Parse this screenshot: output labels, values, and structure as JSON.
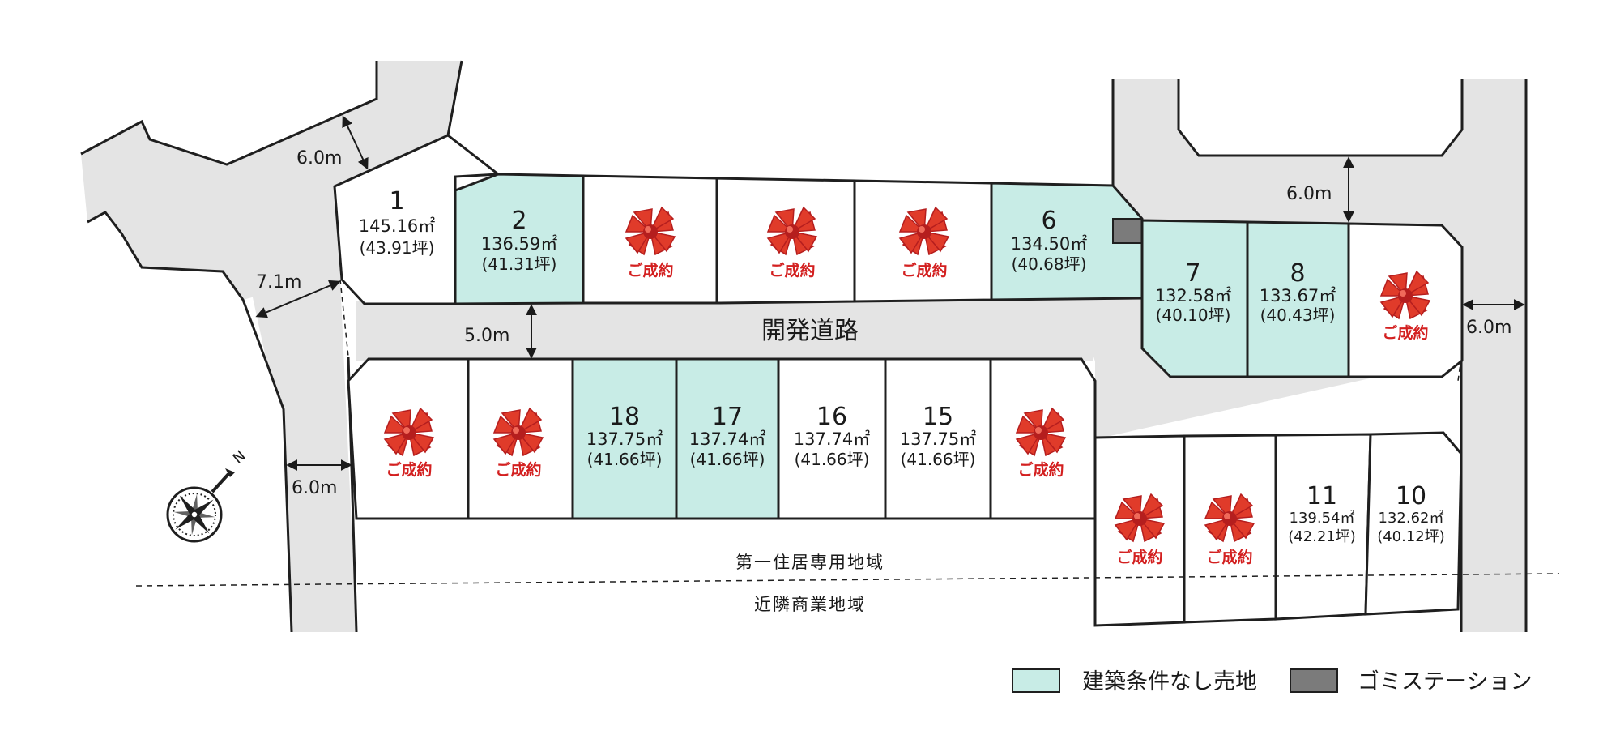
{
  "colors": {
    "road": "#e4e4e4",
    "lot_stroke": "#1f1f1f",
    "available": "#c8ece6",
    "garbage": "#7b7b7b",
    "sold_text": "#d32020",
    "ribbon_dark": "#b51e1e",
    "ribbon": "#e03b2a"
  },
  "icons": {
    "sold": "red-ribbon-icon",
    "compass": "compass-icon"
  },
  "road_name": "開発道路",
  "dimensions": {
    "d1": "6.0m",
    "d2": "7.1m",
    "d3": "6.0m",
    "d4": "5.0m",
    "d5": "6.0m",
    "d6": "6.0m"
  },
  "compass_label": "N",
  "zones": {
    "upper": "第一住居専用地域",
    "lower": "近隣商業地域"
  },
  "sold_label": "ご成約",
  "lots": {
    "l1": {
      "num": "1",
      "area": "145.16㎡",
      "tsubo": "(43.91坪)",
      "status": "available"
    },
    "l2": {
      "num": "2",
      "area": "136.59㎡",
      "tsubo": "(41.31坪)",
      "status": "available-unconditional"
    },
    "l6": {
      "num": "6",
      "area": "134.50㎡",
      "tsubo": "(40.68坪)",
      "status": "available-unconditional"
    },
    "l7": {
      "num": "7",
      "area": "132.58㎡",
      "tsubo": "(40.10坪)",
      "status": "available-unconditional"
    },
    "l8": {
      "num": "8",
      "area": "133.67㎡",
      "tsubo": "(40.43坪)",
      "status": "available-unconditional"
    },
    "l10": {
      "num": "10",
      "area": "132.62㎡",
      "tsubo": "(40.12坪)",
      "status": "available"
    },
    "l11": {
      "num": "11",
      "area": "139.54㎡",
      "tsubo": "(42.21坪)",
      "status": "available"
    },
    "l15": {
      "num": "15",
      "area": "137.75㎡",
      "tsubo": "(41.66坪)",
      "status": "available"
    },
    "l16": {
      "num": "16",
      "area": "137.74㎡",
      "tsubo": "(41.66坪)",
      "status": "available"
    },
    "l17": {
      "num": "17",
      "area": "137.74㎡",
      "tsubo": "(41.66坪)",
      "status": "available-unconditional"
    },
    "l18": {
      "num": "18",
      "area": "137.75㎡",
      "tsubo": "(41.66坪)",
      "status": "available-unconditional"
    }
  },
  "legend": {
    "unconditional": "建築条件なし売地",
    "garbage": "ゴミステーション"
  }
}
